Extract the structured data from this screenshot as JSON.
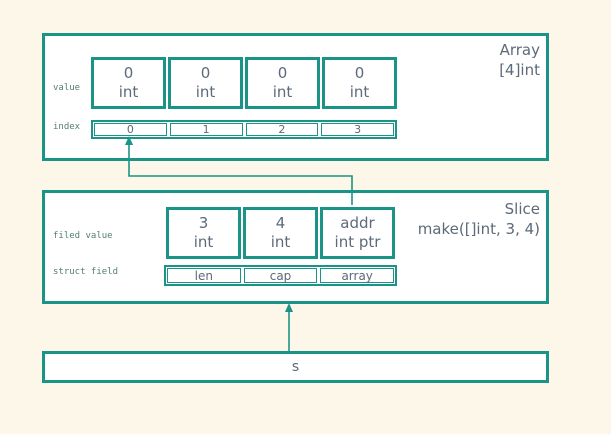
{
  "colors": {
    "border_teal": "#1a9486",
    "page_background": "#fcf7e9",
    "box_background": "#ffffff",
    "text_gray_blue": "#5c6a79",
    "label_teal_gray": "#567c75"
  },
  "array_box": {
    "title": "Array",
    "subtitle": "[4]int",
    "row_labels": {
      "value": "value",
      "index": "index"
    },
    "cells": [
      {
        "value": "0",
        "type": "int"
      },
      {
        "value": "0",
        "type": "int"
      },
      {
        "value": "0",
        "type": "int"
      },
      {
        "value": "0",
        "type": "int"
      }
    ],
    "indices": [
      "0",
      "1",
      "2",
      "3"
    ]
  },
  "slice_box": {
    "title": "Slice",
    "subtitle": "make([]int, 3, 4)",
    "row_labels": {
      "field_value": "filed value",
      "struct_field": "struct field"
    },
    "cells": [
      {
        "value": "3",
        "type": "int"
      },
      {
        "value": "4",
        "type": "int"
      },
      {
        "value": "addr",
        "type": "int ptr"
      }
    ],
    "struct_fields": [
      "len",
      "cap",
      "array"
    ]
  },
  "s_box": {
    "label": "s"
  }
}
